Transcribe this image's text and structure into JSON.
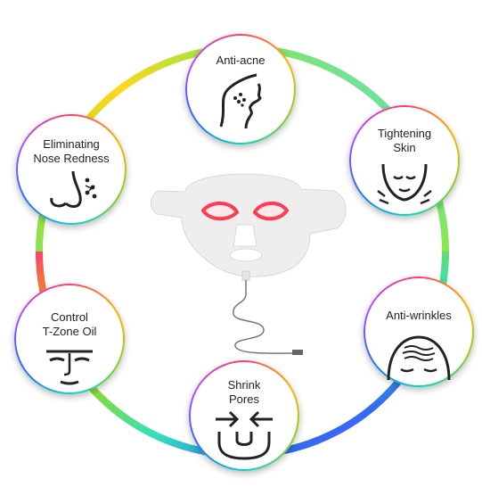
{
  "badges": {
    "anti_acne": {
      "label": "Anti-acne",
      "icon": "face-profile-acne-icon"
    },
    "tightening": {
      "label": "Tightening\nSkin",
      "icon": "face-tightening-icon"
    },
    "anti_wrinkles": {
      "label": "Anti-wrinkles",
      "icon": "forehead-wrinkles-icon"
    },
    "shrink_pores": {
      "label": "Shrink\nPores",
      "icon": "pores-shrink-icon"
    },
    "tzone": {
      "label": "Control\nT-Zone Oil",
      "icon": "t-zone-face-icon"
    },
    "nose": {
      "label": "Eliminating\nNose Redness",
      "icon": "nose-redness-icon"
    }
  },
  "ring_colors": [
    "#ff3b6b",
    "#ffb000",
    "#8fdc2a",
    "#2fe0c0",
    "#2a63ff",
    "#a74dff"
  ],
  "mask": {
    "color": "#eeeeee",
    "eye_light": "#ff3a52",
    "icon": "led-face-mask-icon"
  }
}
